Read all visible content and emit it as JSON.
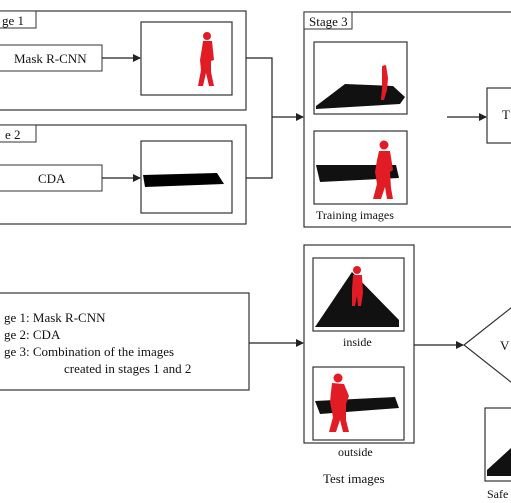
{
  "stage1": {
    "tag": "ge 1",
    "method": "Mask R-CNN"
  },
  "stage2": {
    "tag": "e 2",
    "method": "CDA"
  },
  "stage3": {
    "tag": "Stage 3",
    "caption": "Training images",
    "right_box_text": "T"
  },
  "legend": {
    "lines": [
      "ge 1: Mask R-CNN",
      "ge 2: CDA",
      "ge 3: Combination of the images",
      "created in stages 1 and 2"
    ]
  },
  "test": {
    "inside_label": "inside",
    "outside_label": "outside",
    "caption": "Test images"
  },
  "diamond_text": "V",
  "bottom_right_text": "Safe",
  "colors": {
    "person": "#e21c24",
    "road": "#000000",
    "line": "#222222"
  }
}
